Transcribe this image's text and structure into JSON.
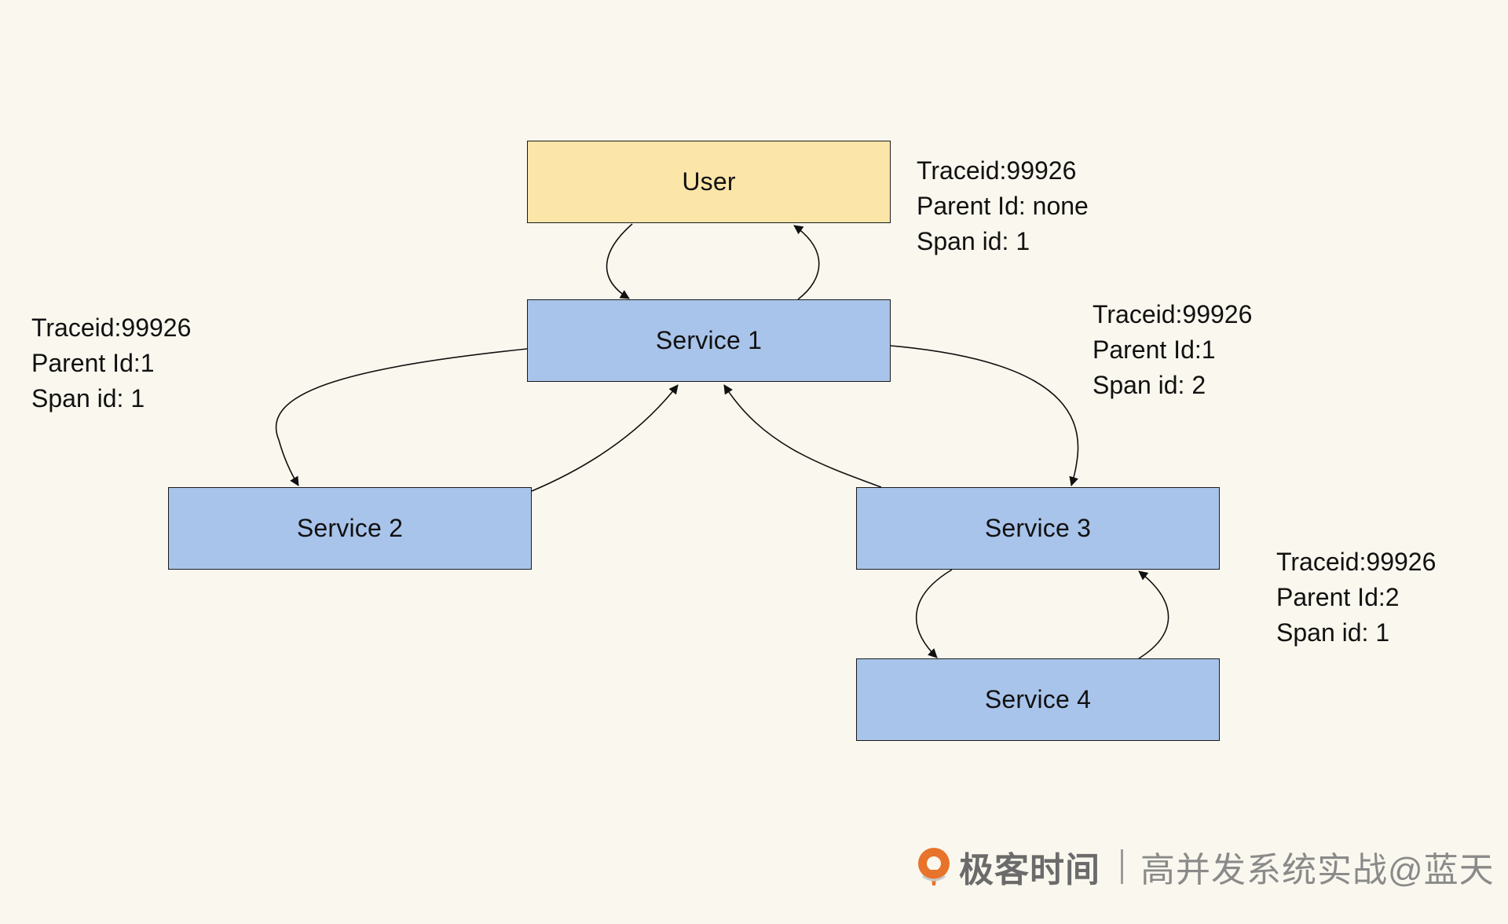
{
  "nodes": {
    "user": "User",
    "service1": "Service 1",
    "service2": "Service 2",
    "service3": "Service 3",
    "service4": "Service 4"
  },
  "annotations": {
    "user": [
      "Traceid:99926",
      "Parent Id: none",
      "Span id: 1"
    ],
    "service2": [
      "Traceid:99926",
      "Parent Id:1",
      "Span id: 1"
    ],
    "service3": [
      "Traceid:99926",
      "Parent Id:1",
      "Span id: 2"
    ],
    "service4": [
      "Traceid:99926",
      "Parent Id:2",
      "Span id: 1"
    ]
  },
  "edges": [
    {
      "from": "User",
      "to": "Service 1"
    },
    {
      "from": "Service 1",
      "to": "User"
    },
    {
      "from": "Service 1",
      "to": "Service 2"
    },
    {
      "from": "Service 2",
      "to": "Service 1"
    },
    {
      "from": "Service 1",
      "to": "Service 3"
    },
    {
      "from": "Service 3",
      "to": "Service 1"
    },
    {
      "from": "Service 3",
      "to": "Service 4"
    },
    {
      "from": "Service 4",
      "to": "Service 3"
    }
  ],
  "colors": {
    "background": "#faf8ee",
    "user_fill": "#fbe5a8",
    "service_fill": "#a9c4ea",
    "stroke": "#1a1a1a",
    "logo_orange": "#e8732b"
  },
  "watermark": {
    "brand": "极客时间",
    "title": "高并发系统实战@蓝天",
    "logo_icon": "geektime-logo-icon"
  }
}
